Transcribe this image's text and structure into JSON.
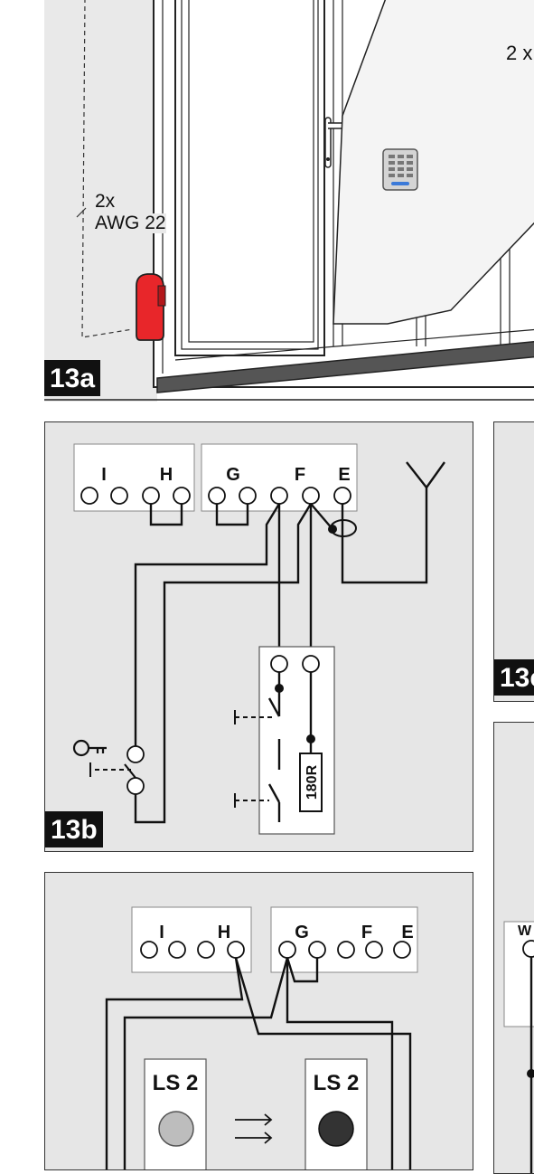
{
  "panel_13a": {
    "badge": "13a",
    "cable_count": "2x",
    "cable_spec": "AWG 22",
    "corner_text": "2 x"
  },
  "panel_13b": {
    "badge": "13b",
    "terminal_group_1": [
      "I",
      "H"
    ],
    "terminal_group_2": [
      "G",
      "F",
      "E"
    ],
    "resistor": "180R"
  },
  "panel_13c": {
    "badge_partial": "13c"
  },
  "panel_bottom": {
    "terminal_group_1": [
      "I",
      "H"
    ],
    "terminal_group_2": [
      "G",
      "F",
      "E"
    ],
    "sensor_left": "LS 2",
    "sensor_right": "LS 2",
    "side_label_partial": "W"
  },
  "colors": {
    "panel_bg": "#e6e6e6",
    "line": "#111111",
    "lamp_red": "#e8262a",
    "sensor_light": "#bdbdbd",
    "sensor_dark": "#333333"
  }
}
